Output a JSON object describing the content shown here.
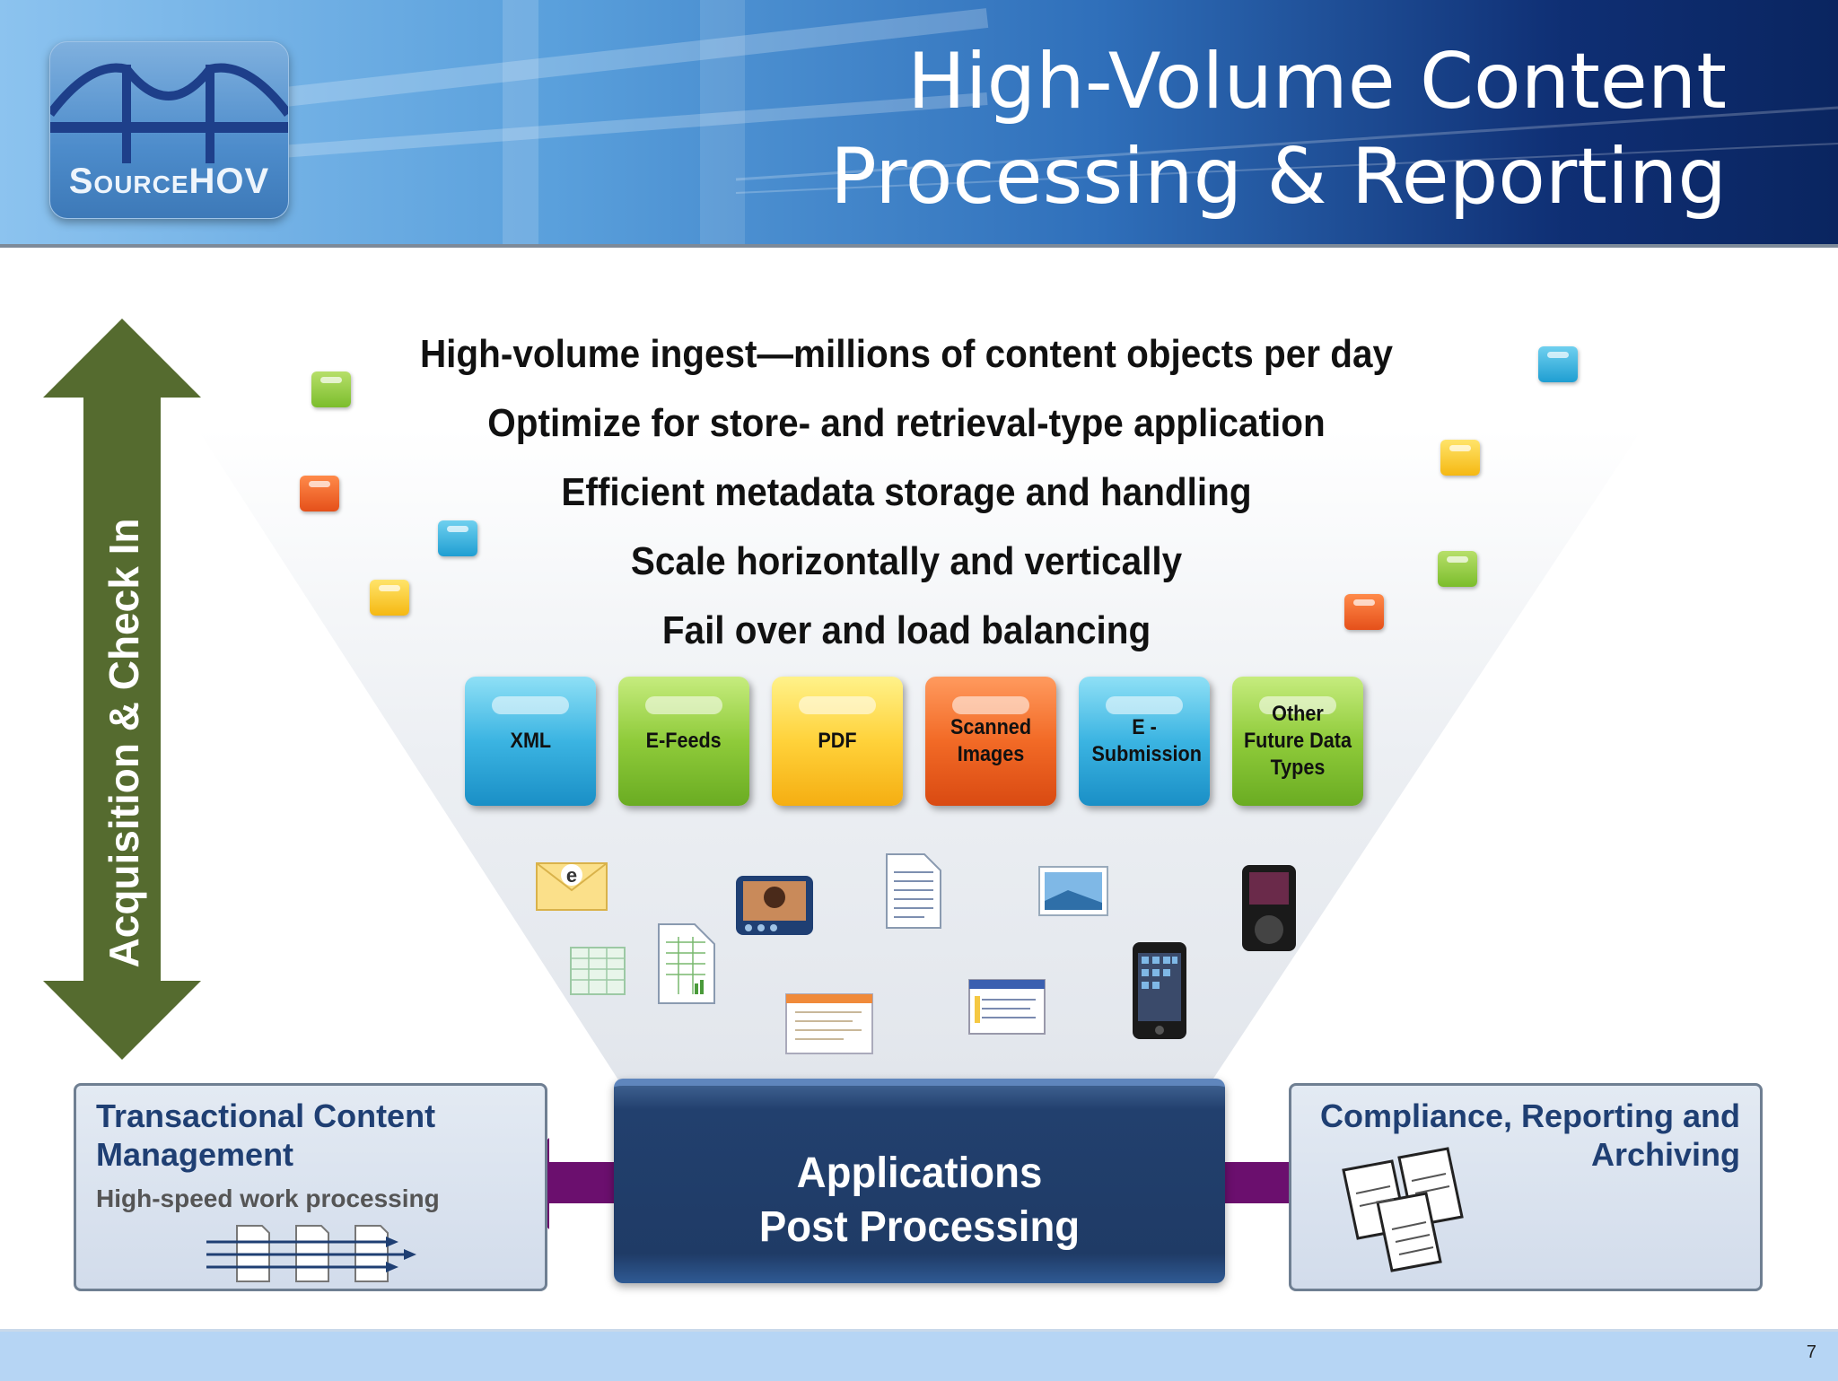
{
  "header": {
    "logo_text": "SourceHOV",
    "title_line1": "High-Volume Content",
    "title_line2": "Processing & Reporting"
  },
  "side_arrow": {
    "label": "Acquisition & Check In",
    "color": "#556b2f"
  },
  "bullets": [
    "High-volume ingest—millions of content objects per day",
    "Optimize for store- and retrieval-type application",
    "Efficient metadata storage and handling",
    "Scale horizontally and vertically",
    "Fail over and load balancing"
  ],
  "data_types": [
    {
      "label": "XML",
      "color": "blue"
    },
    {
      "label": "E-Feeds",
      "color": "green"
    },
    {
      "label": "PDF",
      "color": "yellow"
    },
    {
      "label": "Scanned Images",
      "color": "orange"
    },
    {
      "label": "E - Submission",
      "color": "blue"
    },
    {
      "label": "Other Future Data Types",
      "color": "green"
    }
  ],
  "left_box": {
    "title_line1": "Transactional Content",
    "title_line2": "Management",
    "subtitle": "High-speed work processing"
  },
  "center_box": {
    "line1": "Applications",
    "line2": "Post Processing"
  },
  "right_box": {
    "title_line1": "Compliance, Reporting and",
    "title_line2": "Archiving"
  },
  "connector_color": "#6b0f6e",
  "page_number": "7"
}
